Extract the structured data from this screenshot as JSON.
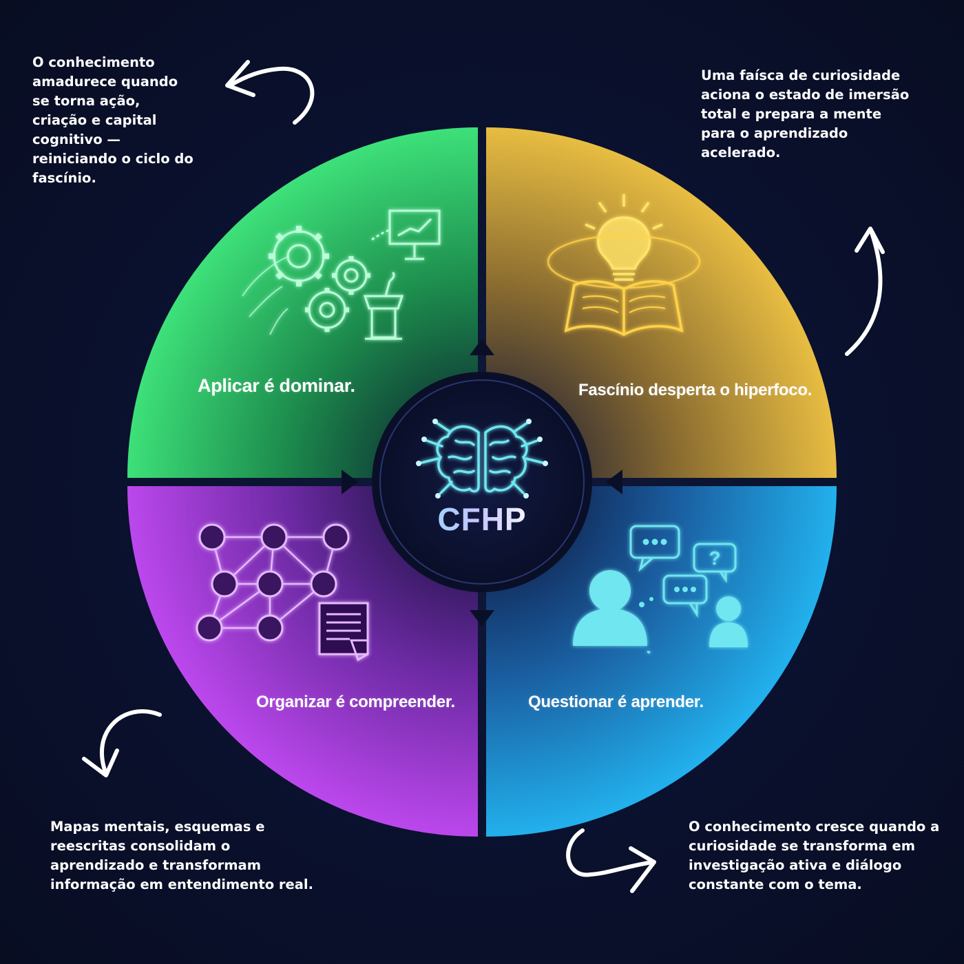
{
  "center": {
    "logo_text": "CFHP"
  },
  "quadrants": {
    "top_left": {
      "label": "Aplicar é dominar.",
      "color": "#34d36a"
    },
    "top_right": {
      "label": "Fascínio desperta o hiperfoco.",
      "color": "#e8b93c"
    },
    "bottom_left": {
      "label": "Organizar é compreender.",
      "color": "#b640e6"
    },
    "bottom_right": {
      "label": "Questionar é aprender.",
      "color": "#1ea7e6"
    }
  },
  "notes": {
    "top_left": " O conhecimento\namadurece quando\nse torna ação,\ncriação e capital\ncognitivo —\nreiniciando o ciclo do\nfascínio.",
    "top_right": " Uma faísca de curiosidade\naciona o estado de imersão\ntotal e prepara a mente\npara o aprendizado\nacelerado.",
    "bottom_left": " Mapas mentais, esquemas e\nreescritas consolidam o\naprendizado e transformam\ninformação em entendimento real.",
    "bottom_right": " O conhecimento cresce quando a\ncuriosidade se transforma em\ninvestigação ativa e diálogo\nconstante com o tema."
  },
  "icons": {
    "top_left": [
      "gears-icon",
      "presentation-board-icon",
      "podium-icon"
    ],
    "top_right": [
      "lightbulb-icon",
      "open-book-icon"
    ],
    "bottom_left": [
      "network-map-icon",
      "document-icon"
    ],
    "bottom_right": [
      "person-icon",
      "chat-bubble-icon",
      "question-bubble-icon",
      "small-person-icon"
    ],
    "center": "brain-icon"
  },
  "colors": {
    "background": "#0b1230",
    "green": "#34d36a",
    "gold": "#e8b93c",
    "purple": "#b640e6",
    "blue": "#1ea7e6",
    "icon_cyan": "#6fe6f0"
  }
}
